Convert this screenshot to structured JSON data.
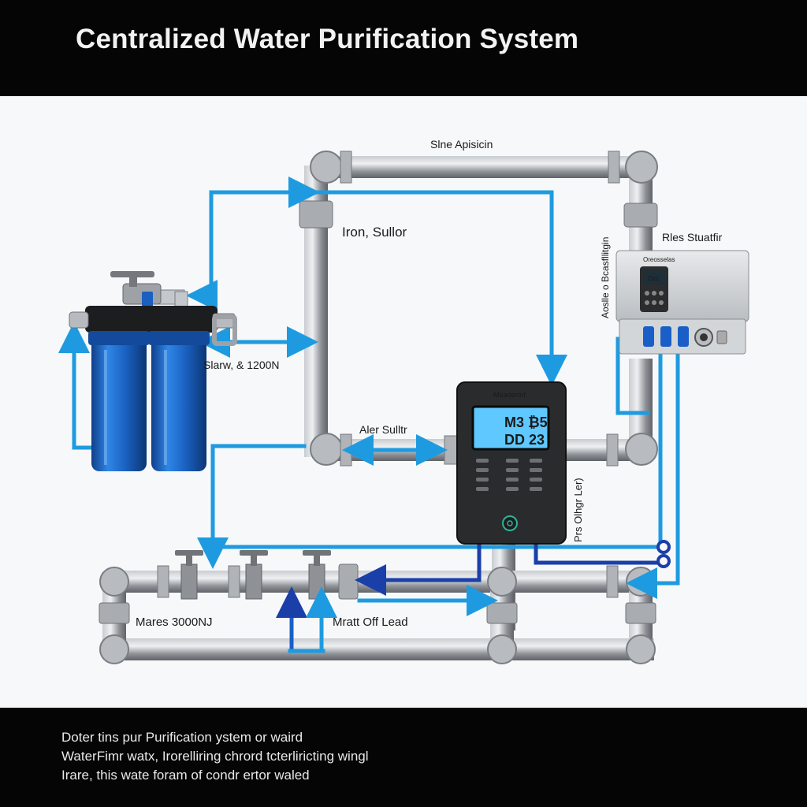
{
  "title": "Centralized Water Purification System",
  "labels": {
    "top_pipe": "Slne Apisicin",
    "iron": "Iron, Sullor",
    "right_box": "Rles Stuatfir",
    "vertical_left_of_box": "Aoslle o Bcasfllitgin",
    "filter_side": "Slarw, & 1200N",
    "middle_pipe": "Aler Sulltr",
    "controller_side": "Prs Olhgr Ler)",
    "bottom_left": "Mares 3000NJ",
    "bottom_mid": "Mratt Off Lead"
  },
  "controller": {
    "brand": "Meaderorf",
    "display_line1": "M3 ₿5",
    "display_line2": "DD 23"
  },
  "box": {
    "label": "Oreosselas",
    "display": "Ozz"
  },
  "footer": {
    "line1": "Doter tins pur Purification ystem or waird",
    "line2": "WaterFimr watx, Irorelliring chrord tcterliricting wingl",
    "line3": "Irare, this wate foram of condr ertor waled"
  },
  "colors": {
    "header_bg": "#050505",
    "pipe_gray": "#9a9ea3",
    "flow_blue": "#1e9be0",
    "flow_dark_blue": "#1a3fa8",
    "filter_blue": "#1f6fd0",
    "controller_body": "#2a2b2d",
    "screen_blue": "#5ec8ff"
  },
  "icons": [
    "valve-icon",
    "arrow-icon",
    "power-button-icon",
    "gauge-icon"
  ]
}
